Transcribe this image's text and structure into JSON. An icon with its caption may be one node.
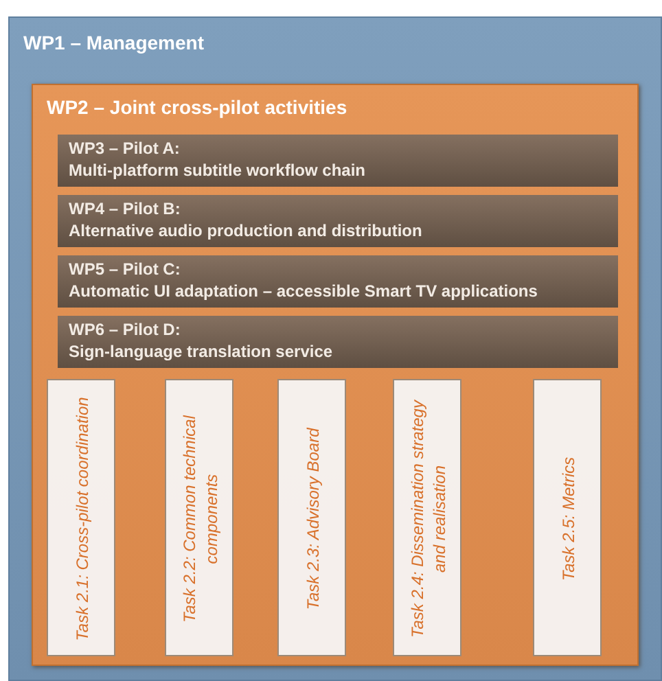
{
  "diagram": {
    "nodes": [
      {
        "text": [
          "WP1 – Management"
        ]
      },
      {
        "text": [
          "WP2 – Joint cross-pilot activities"
        ],
        "in": 0
      },
      {
        "text": [
          "WP3 – Pilot A:",
          "Multi-platform subtitle workflow chain"
        ],
        "in": 1
      },
      {
        "text": [
          "WP4 – Pilot B:",
          "Alternative audio production and distribution"
        ],
        "in": 1
      },
      {
        "text": [
          "WP5 – Pilot C:",
          "Automatic UI adaptation – accessible Smart TV applications"
        ],
        "in": 1
      },
      {
        "text": [
          "WP6 – Pilot D:",
          "Sign-language translation service"
        ],
        "in": 1
      },
      {
        "text": [
          "Task 2.1: Cross-pilot coordination"
        ],
        "in": 1
      },
      {
        "text": [
          "Task 2.2: Common technical components"
        ],
        "in": 1
      },
      {
        "text": [
          "Task 2.3: Advisory Board"
        ],
        "in": 1
      },
      {
        "text": [
          "Task 2.4: Dissemination strategy and realisation"
        ],
        "in": 1
      },
      {
        "text": [
          "Task 2.5: Metrics"
        ],
        "in": 1
      }
    ]
  }
}
